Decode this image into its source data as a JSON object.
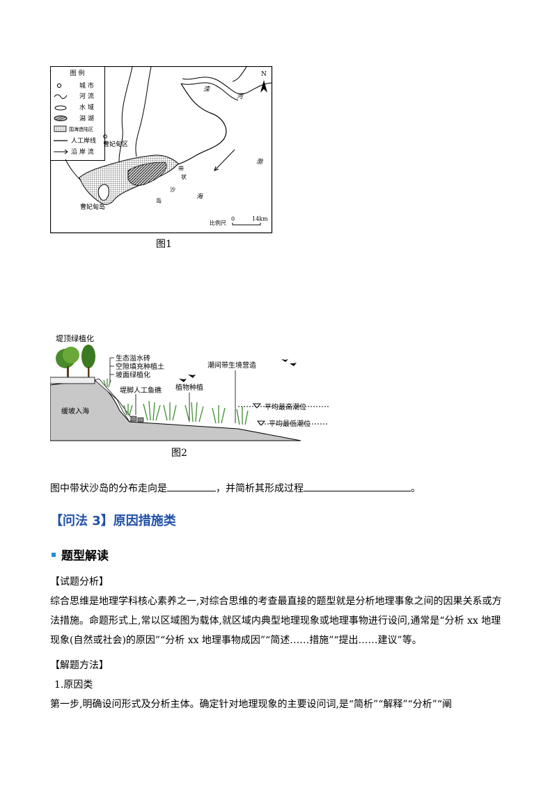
{
  "figure1": {
    "caption": "图1",
    "legend": {
      "title": "图 例",
      "items": [
        "城 市",
        "河 流",
        "水 域",
        "潟 湖",
        "围海造陆区",
        "人工岸线",
        "沿 岸 流"
      ]
    },
    "labels": {
      "north": "N",
      "river": "滦",
      "river2": "河",
      "sea": "渤",
      "sea2": "海",
      "city": "曹妃甸区",
      "island": "曹妃甸岛",
      "sand_island": [
        "带",
        "状",
        "沙",
        "岛"
      ],
      "scale_label": "比例尺",
      "scale_zero": "0",
      "scale_end": "14km"
    }
  },
  "figure2": {
    "caption": "图2",
    "labels": {
      "top_greening": "堤顶绿植化",
      "eco_brick": "生态溢水砖",
      "void_fill": "空隙填充种植土",
      "slope_green": "坡面绿植化",
      "fish_reef": "堤脚人工鱼礁",
      "gentle_slope": "缓坡入海",
      "plant": "植物种植",
      "intertidal": "潮间带生境营造",
      "high_tide": "平均最高潮位",
      "low_tide": "平均最低潮位"
    }
  },
  "question": {
    "part1": "图中带状沙岛的分布走向是",
    "part2": "，并简析其形成过程",
    "part3": "。"
  },
  "section3": {
    "title": "【问法 3】原因措施类"
  },
  "subsection": {
    "title": "题型解读"
  },
  "analysis": {
    "heading": "【试题分析】",
    "lines": [
      "综合思维是地理学科核心素养之一,对综合思维的考查最直接的题型就是分析地理事象之间的因果关系或方",
      "法措施。命题形式上,常以区域图为载体,就区域内典型地理现象或地理事物进行设问,通常是“分析 xx 地理",
      "现象(自然或社会)的原因”“分析 xx 地理事物成因”“简述……措施”“提出……建议”等。"
    ]
  },
  "method": {
    "heading": "【解题方法】",
    "item1": "1.原因类",
    "line": "第一步,明确设问形式及分析主体。确定针对地理现象的主要设问词,是“简析”“解释”“分析”“阐"
  },
  "colors": {
    "heading_blue": "#1f4fa8",
    "bullet_blue": "#1e8fe1"
  }
}
